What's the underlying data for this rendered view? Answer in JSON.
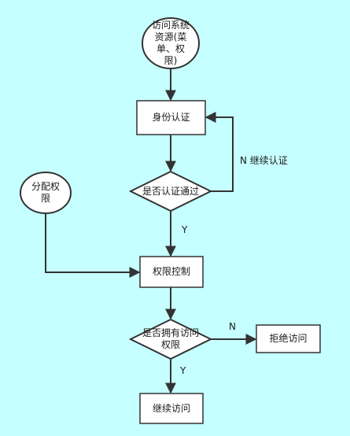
{
  "nodes": {
    "access_resource": "访问系统\n资源(菜\n单、权\n限)",
    "identity_auth": "身份认证",
    "auth_passed": "是否认证通过",
    "assign_permission": "分配权\n限",
    "permission_control": "权限控制",
    "has_access": "是否拥有访问\n权限",
    "deny_access": "拒绝访问",
    "continue_access": "继续访问"
  },
  "edges": {
    "auth_fail_label": "N  继续认证",
    "auth_pass_label": "Y",
    "has_access_no_label": "N",
    "has_access_yes_label": "Y"
  },
  "colors": {
    "background": "#c6ffff",
    "node_fill": "#ffffff",
    "stroke": "#333333"
  }
}
